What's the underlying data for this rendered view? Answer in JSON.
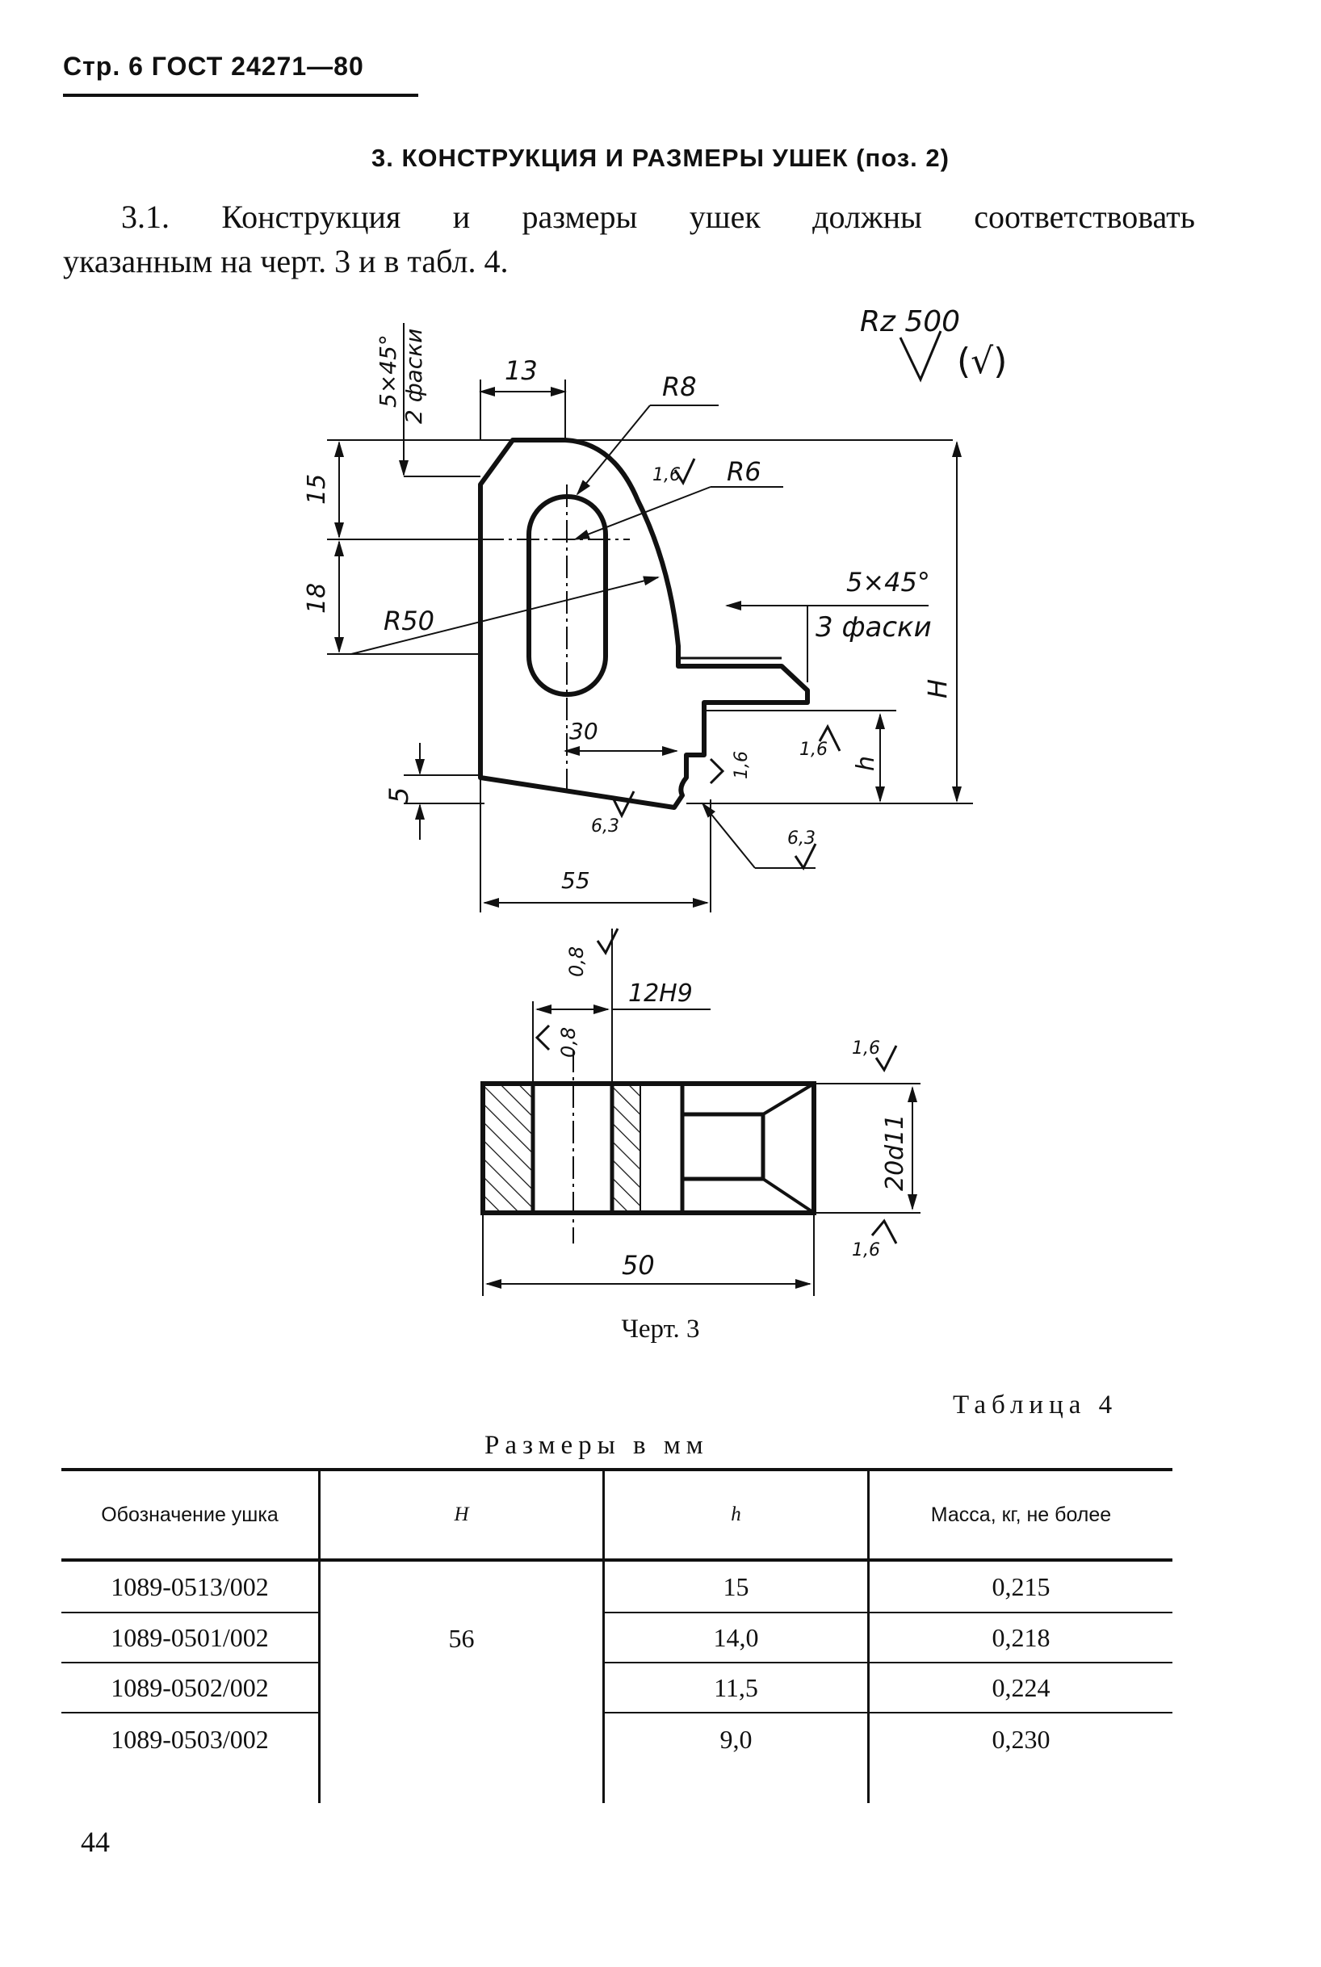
{
  "header": {
    "text": "Стр. 6 ГОСТ 24271—80"
  },
  "section": {
    "title": "3. КОНСТРУКЦИЯ И РАЗМЕРЫ УШЕК (поз. 2)"
  },
  "paragraph": {
    "line1": "3.1. Конструкция и размеры ушек должны соответствовать",
    "line2": "указанным на черт. 3 и в табл. 4."
  },
  "drawing": {
    "roughness_general": "Rz 500",
    "roughness_paren": "(√)",
    "dim_13": "13",
    "chamfer_2": "5×45°",
    "chamfer_2_note": "2 фаски",
    "r8": "R8",
    "r6": "R6",
    "r50": "R50",
    "dim_15": "15",
    "dim_18": "18",
    "chamfer_3": "5×45°",
    "chamfer_3_note": "3 фаски",
    "dim_H": "H",
    "dim_h": "h",
    "dim_30": "30",
    "dim_5": "5",
    "dim_55": "55",
    "rough_16": "1,6",
    "rough_63": "6,3",
    "rough_08": "0,8",
    "dim_12h9": "12H9",
    "dim_20d11": "20d11",
    "dim_50": "50"
  },
  "figure": {
    "caption": "Черт. 3"
  },
  "table": {
    "label": "Таблица 4",
    "units": "Размеры в мм",
    "columns": [
      "Обозначение ушка",
      "H",
      "h",
      "Масса, кг, не более"
    ],
    "H_value": "56",
    "rows": [
      {
        "designation": "1089-0513/002",
        "h": "15",
        "mass": "0,215"
      },
      {
        "designation": "1089-0501/002",
        "h": "14,0",
        "mass": "0,218"
      },
      {
        "designation": "1089-0502/002",
        "h": "11,5",
        "mass": "0,224"
      },
      {
        "designation": "1089-0503/002",
        "h": "9,0",
        "mass": "0,230"
      }
    ]
  },
  "footer": {
    "page_number": "44"
  }
}
